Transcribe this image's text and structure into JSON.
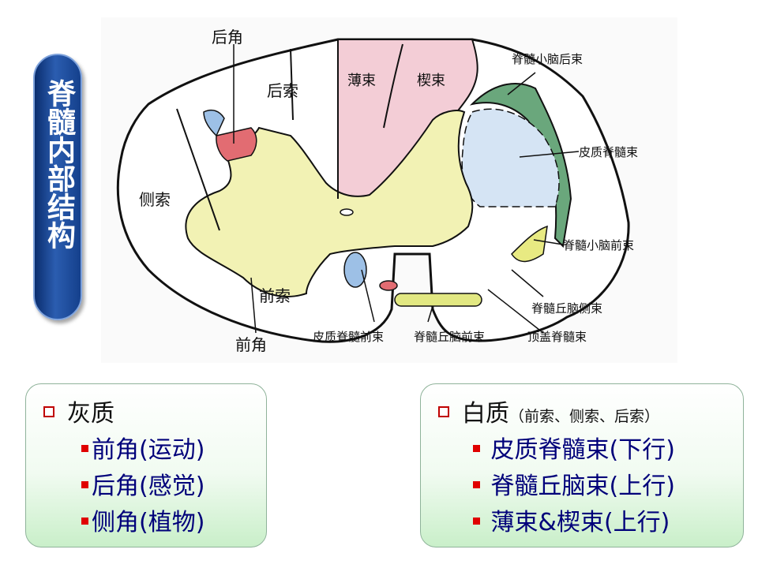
{
  "title": "脊髓内部结构",
  "diagram": {
    "labels": {
      "posterior_horn": "后角",
      "posterior_funiculus": "后索",
      "fasciculus_gracilis": "薄束",
      "fasciculus_cuneatus": "楔束",
      "posterior_spinocerebellar": "脊髓小脑后束",
      "lateral_corticospinal": "皮质脊髓束",
      "lateral_funiculus": "侧索",
      "anterior_spinocerebellar": "脊髓小脑前束",
      "lateral_spinothalamic": "脊髓丘脑侧束",
      "anterior_funiculus": "前索",
      "anterior_horn": "前角",
      "anterior_corticospinal": "皮质脊髓前束",
      "anterior_spinothalamic": "脊髓丘脑前束",
      "tectospinal": "顶盖脊髓束"
    },
    "colors": {
      "gray_matter": "#f2f2b4",
      "gracilis_cuneatus": "#f3cdd6",
      "posterior_spinocerebellar": "#6aa77c",
      "corticospinal": "#d5e4f4",
      "anterior_spinocerebellar": "#e8ea82",
      "spinothalamic": "#e2e882",
      "posterior_horn_tip": "#e26c72",
      "accent_blue": "#9dc0e6"
    }
  },
  "gray_box": {
    "heading": "灰质",
    "items": [
      "前角(运动)",
      "后角(感觉)",
      "侧角(植物)"
    ]
  },
  "white_box": {
    "heading": "白质",
    "note": "（前索、侧索、后索）",
    "items": [
      "皮质脊髓束(下行)",
      "脊髓丘脑束(上行)",
      "薄束&楔束(上行)"
    ]
  }
}
